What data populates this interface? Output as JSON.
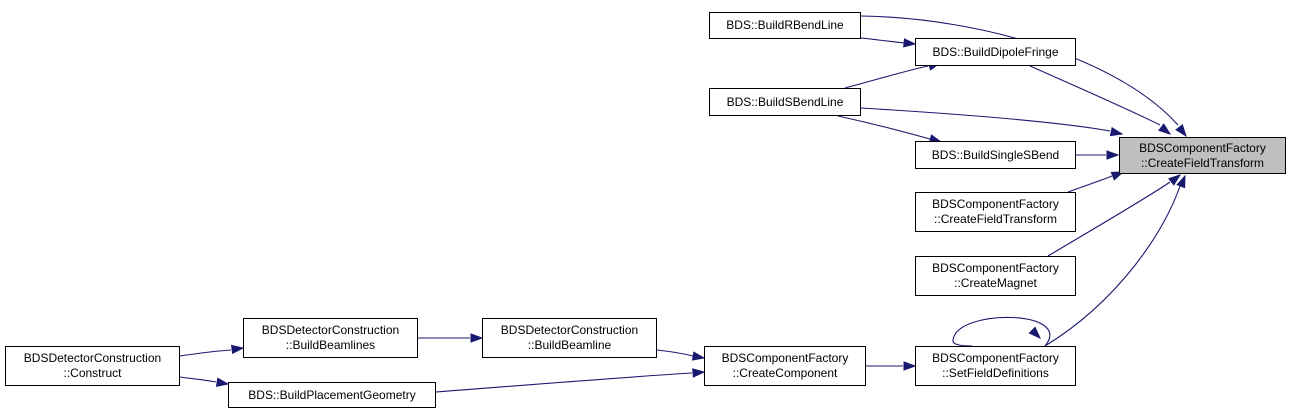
{
  "graph": {
    "edge_color": "#191970",
    "node_border_color": "#000000",
    "node_fill": "#ffffff",
    "target_fill": "#bfbfbf",
    "nodes": {
      "target": [
        "BDSComponentFactory",
        "::CreateFieldTransform"
      ],
      "rbend": [
        "BDS::BuildRBendLine"
      ],
      "dipolefringe": [
        "BDS::BuildDipoleFringe"
      ],
      "sbend": [
        "BDS::BuildSBendLine"
      ],
      "singlesbend": [
        "BDS::BuildSingleSBend"
      ],
      "cft2": [
        "BDSComponentFactory",
        "::CreateFieldTransform"
      ],
      "createmagnet": [
        "BDSComponentFactory",
        "::CreateMagnet"
      ],
      "setfield": [
        "BDSComponentFactory",
        "::SetFieldDefinitions"
      ],
      "createcomponent": [
        "BDSComponentFactory",
        "::CreateComponent"
      ],
      "buildbeamline": [
        "BDSDetectorConstruction",
        "::BuildBeamline"
      ],
      "buildbeamlines": [
        "BDSDetectorConstruction",
        "::BuildBeamlines"
      ],
      "construct": [
        "BDSDetectorConstruction",
        "::Construct"
      ],
      "placement": [
        "BDS::BuildPlacementGeometry"
      ]
    }
  }
}
